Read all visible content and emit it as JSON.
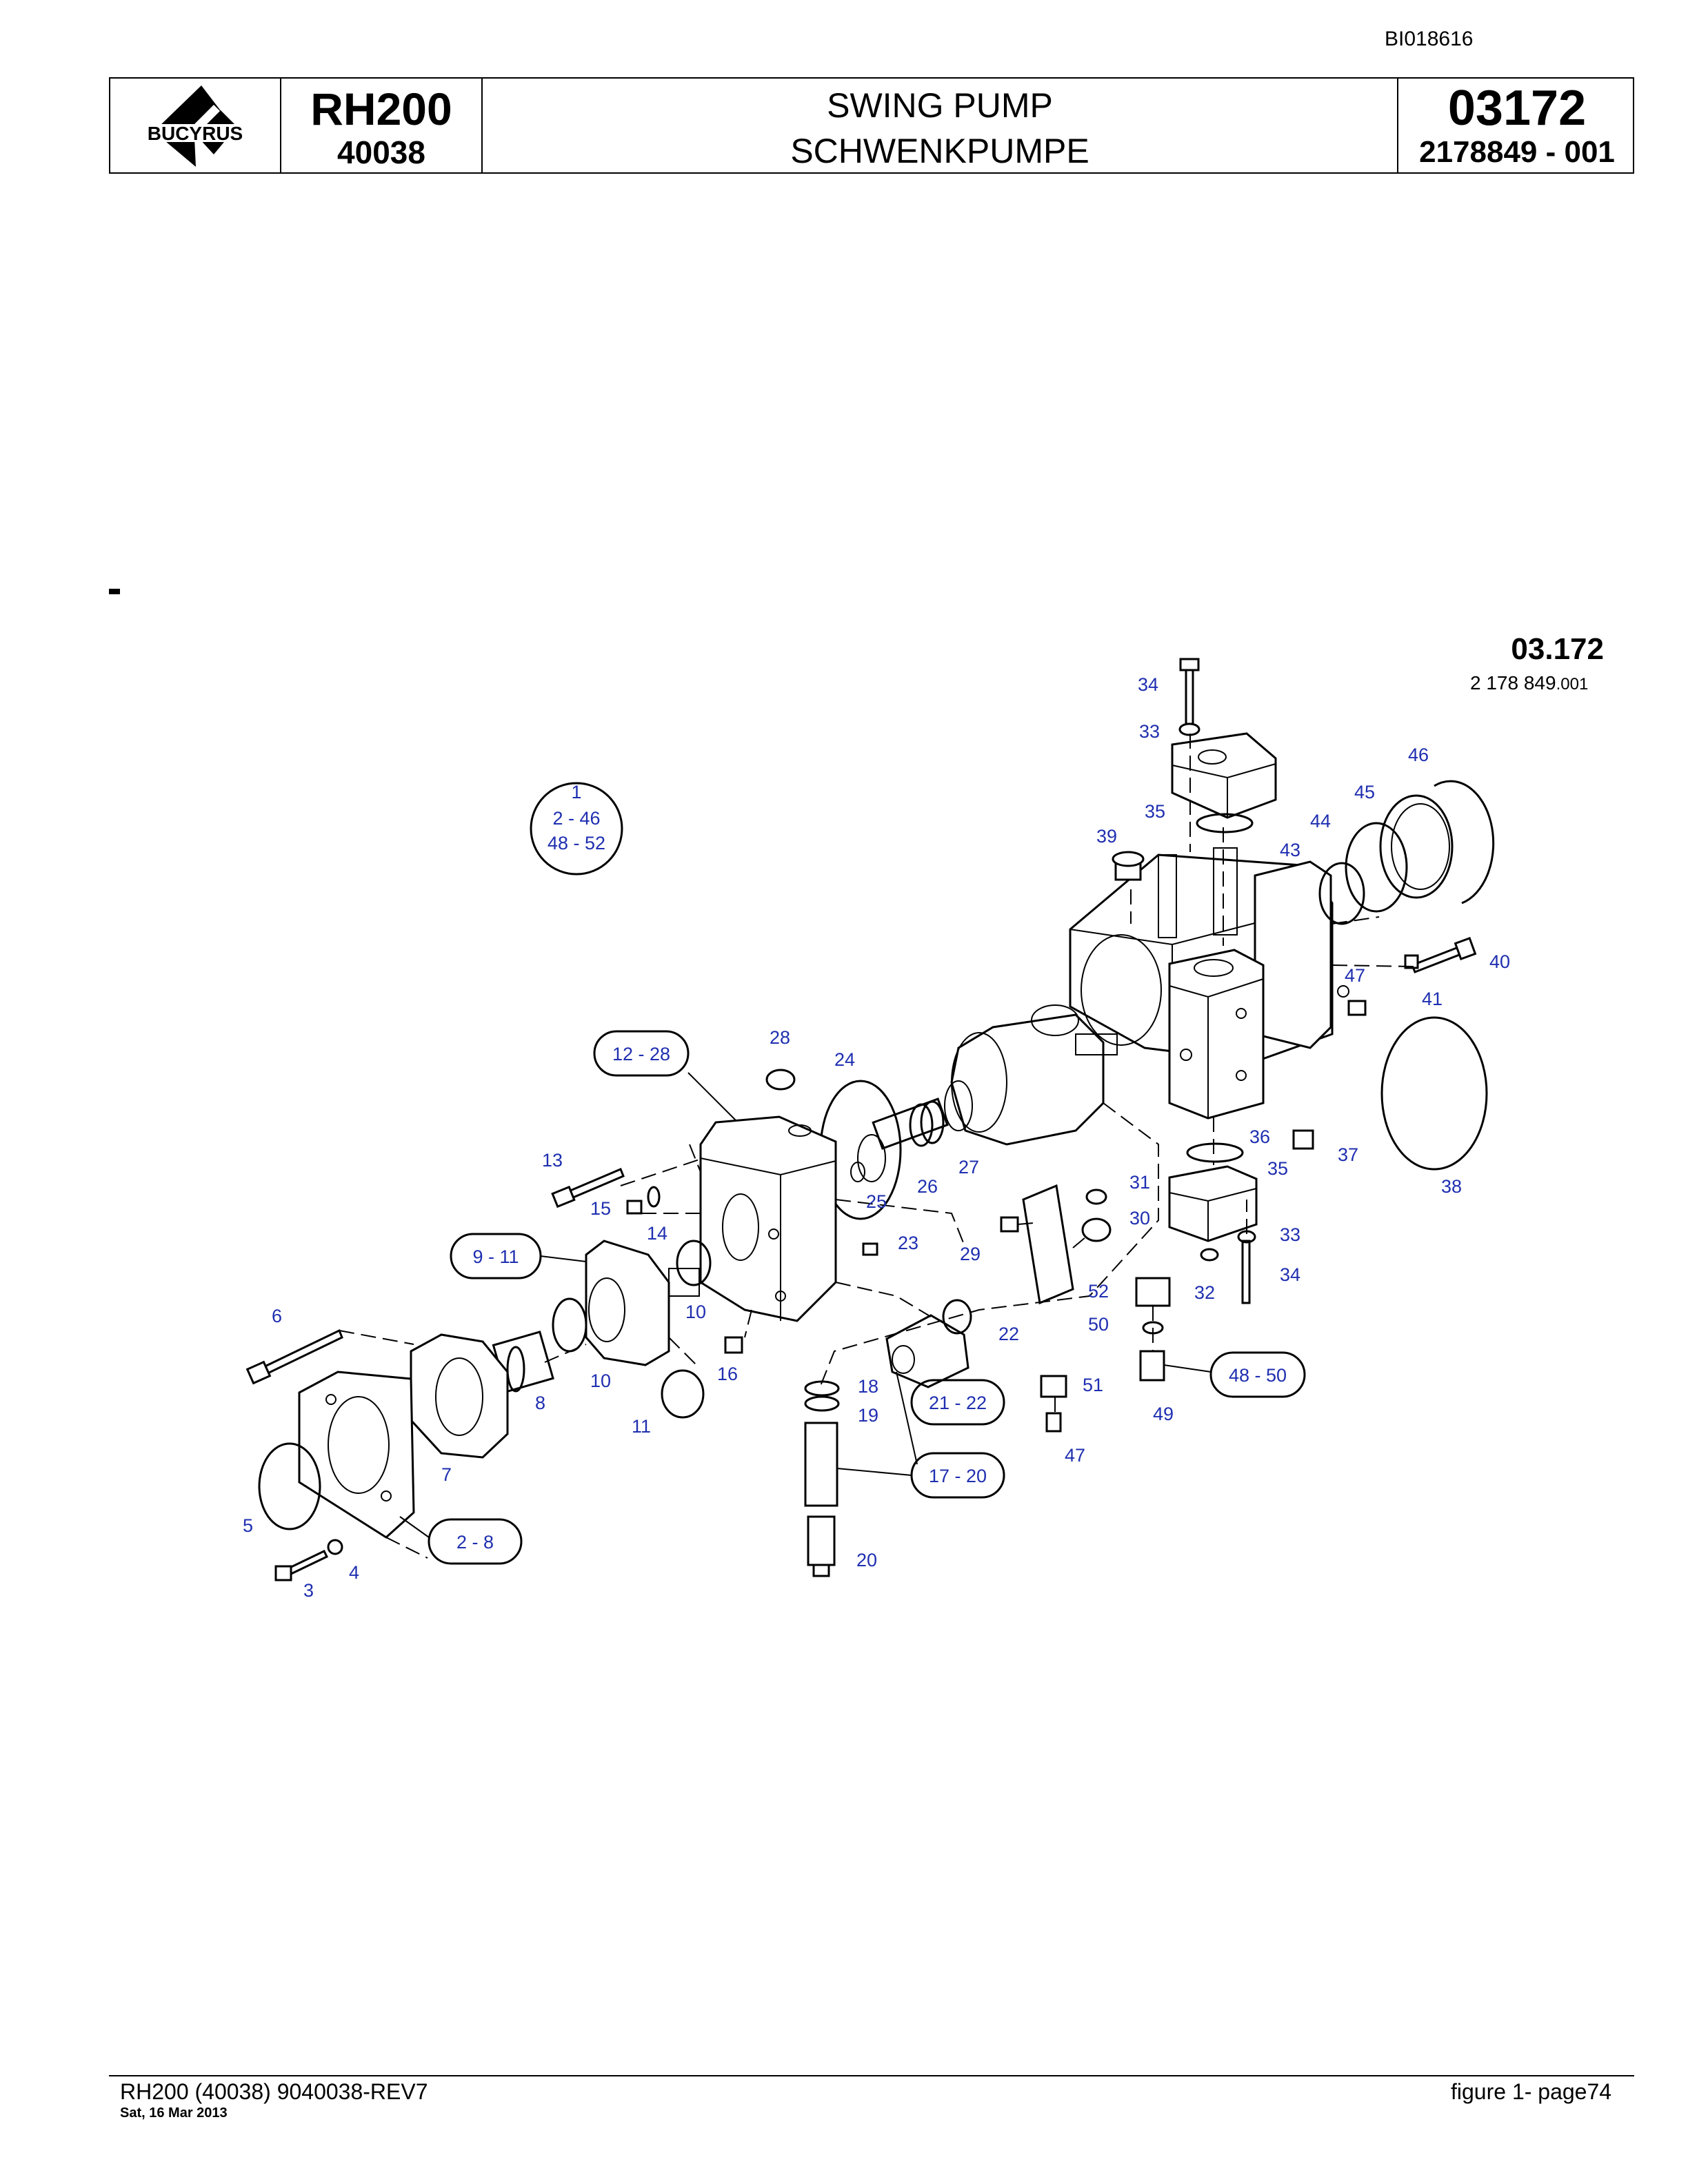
{
  "document_id": "BI018616",
  "header": {
    "brand": "BUCYRUS",
    "model": "RH200",
    "model_number": "40038",
    "title_en": "SWING PUMP",
    "title_de": "SCHWENKPUMPE",
    "figure_number": "03172",
    "part_number": "2178849  - 001"
  },
  "drawing": {
    "ref_number": "03.172",
    "ref_part_number": "2 178 849",
    "ref_part_suffix": ".001",
    "group_callouts": [
      {
        "lines": [
          "1",
          "2 - 46",
          "48 - 52"
        ]
      },
      {
        "lines": [
          "12  -  28"
        ]
      },
      {
        "lines": [
          "9 - 11"
        ]
      },
      {
        "lines": [
          "2 - 8"
        ]
      },
      {
        "lines": [
          "21 - 22"
        ]
      },
      {
        "lines": [
          "17 - 20"
        ]
      },
      {
        "lines": [
          "48  -  50"
        ]
      }
    ],
    "item_labels": [
      "34",
      "33",
      "46",
      "45",
      "35",
      "44",
      "39",
      "43",
      "40",
      "47",
      "41",
      "28",
      "24",
      "36",
      "37",
      "13",
      "27",
      "35",
      "31",
      "38",
      "26",
      "25",
      "15",
      "14",
      "30",
      "23",
      "33",
      "29",
      "34",
      "52",
      "32",
      "10",
      "6",
      "22",
      "50",
      "16",
      "18",
      "51",
      "49",
      "8",
      "10",
      "19",
      "11",
      "7",
      "47",
      "5",
      "4",
      "20",
      "3"
    ]
  },
  "footer": {
    "left": "RH200 (40038) 9040038-REV7",
    "date": "Sat, 16 Mar 2013",
    "right": "figure  1- page74"
  },
  "colors": {
    "callout_text": "#1f2fb0",
    "line": "#000000"
  }
}
